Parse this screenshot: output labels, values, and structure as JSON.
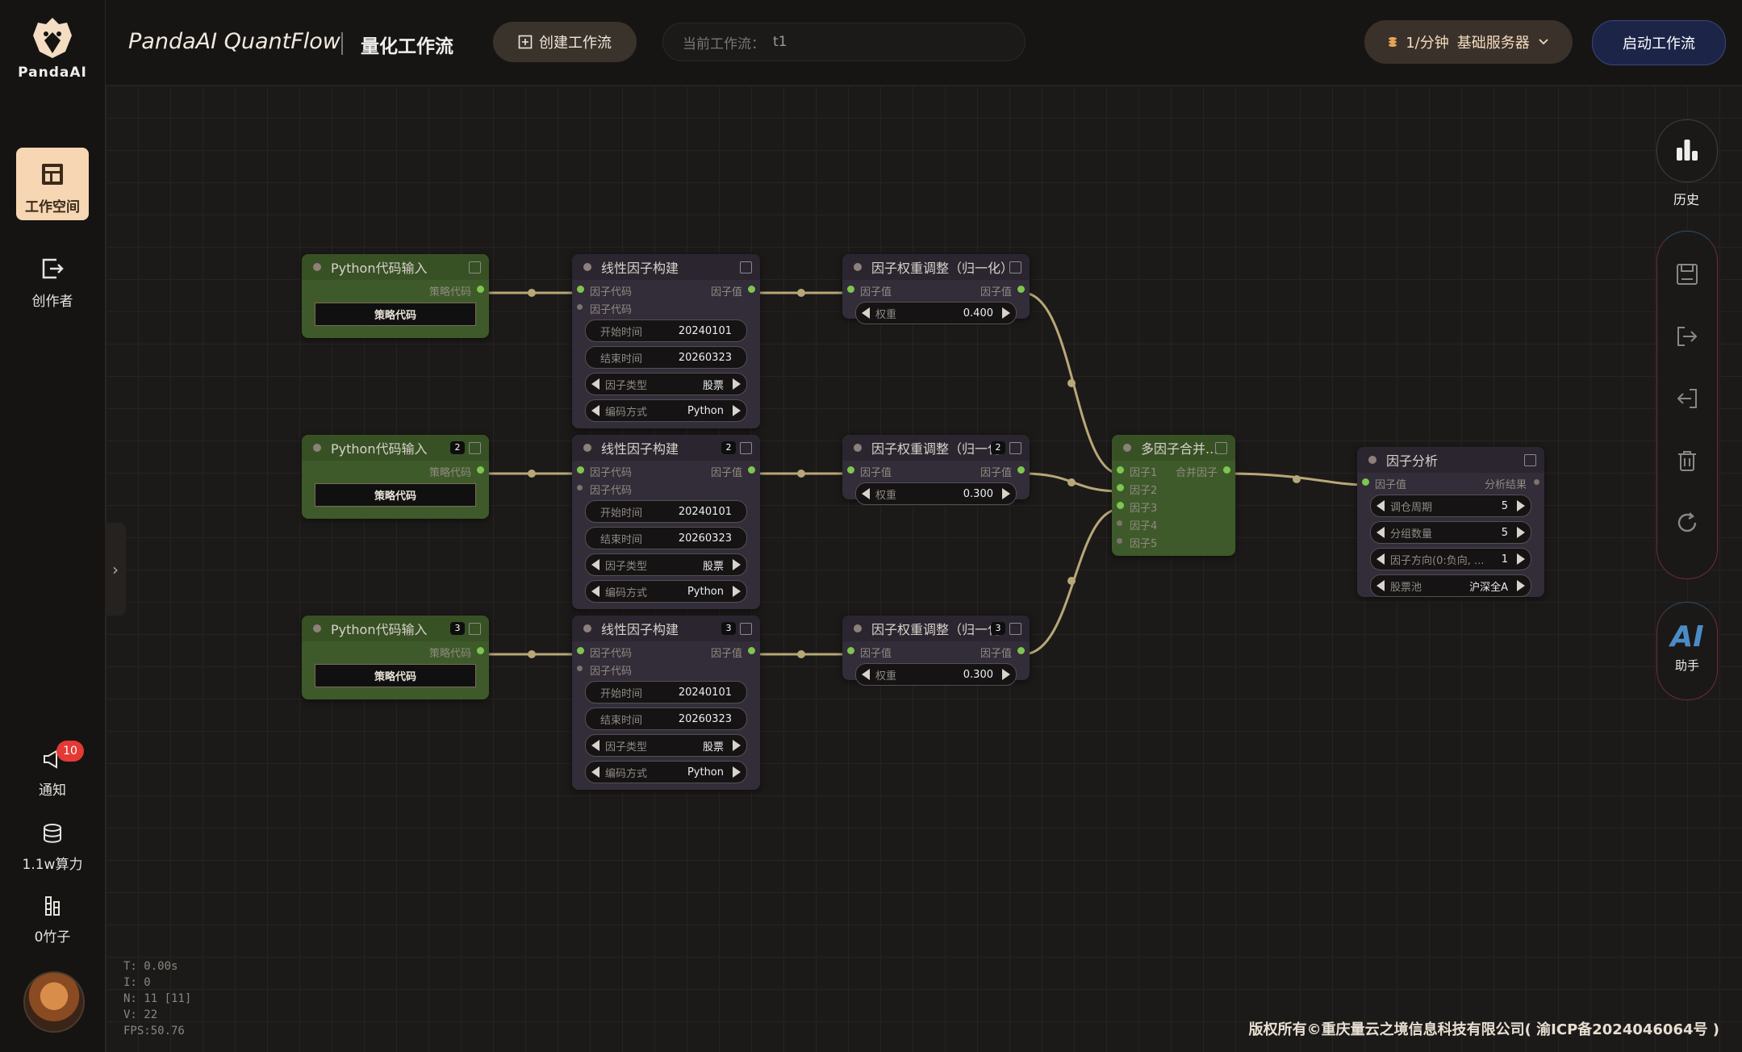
{
  "sidebar": {
    "brand": "PandaAI",
    "items": [
      {
        "key": "workspace",
        "label": "工作空间",
        "active": true
      },
      {
        "key": "creator",
        "label": "创作者"
      }
    ],
    "bottom": {
      "notify_label": "通知",
      "notify_badge": "10",
      "compute_label": "1.1w算力",
      "bamboo_label": "0竹子"
    }
  },
  "header": {
    "title": "PandaAI QuantFlow",
    "subtitle": "量化工作流",
    "create_label": "创建工作流",
    "workflow_label": "当前工作流：",
    "workflow_value": "t1",
    "server_rate": "1/分钟",
    "server_name": "基础服务器",
    "start_label": "启动工作流"
  },
  "nodes": {
    "py1": {
      "title": "Python代码输入",
      "out_port": "策略代码",
      "button": "策略代码"
    },
    "py2": {
      "title": "Python代码输入",
      "count": "2",
      "out_port": "策略代码",
      "button": "策略代码"
    },
    "py3": {
      "title": "Python代码输入",
      "count": "3",
      "out_port": "策略代码",
      "button": "策略代码"
    },
    "lin1": {
      "title": "线性因子构建",
      "in1": "因子代码",
      "in2": "因子代码",
      "out": "因子值",
      "start_label": "开始时间",
      "start": "20240101",
      "end_label": "结束时间",
      "end": "20260323",
      "type_label": "因子类型",
      "type": "股票",
      "enc_label": "编码方式",
      "enc": "Python"
    },
    "lin2": {
      "title": "线性因子构建",
      "count": "2",
      "in1": "因子代码",
      "in2": "因子代码",
      "out": "因子值",
      "start_label": "开始时间",
      "start": "20240101",
      "end_label": "结束时间",
      "end": "20260323",
      "type_label": "因子类型",
      "type": "股票",
      "enc_label": "编码方式",
      "enc": "Python"
    },
    "lin3": {
      "title": "线性因子构建",
      "count": "3",
      "in1": "因子代码",
      "in2": "因子代码",
      "out": "因子值",
      "start_label": "开始时间",
      "start": "20240101",
      "end_label": "结束时间",
      "end": "20260323",
      "type_label": "因子类型",
      "type": "股票",
      "enc_label": "编码方式",
      "enc": "Python"
    },
    "w1": {
      "title": "因子权重调整（归一化）",
      "in": "因子值",
      "out": "因子值",
      "weight_label": "权重",
      "weight": "0.400"
    },
    "w2": {
      "title": "因子权重调整（归一化",
      "count": "2",
      "in": "因子值",
      "out": "因子值",
      "weight_label": "权重",
      "weight": "0.300"
    },
    "w3": {
      "title": "因子权重调整（归一化",
      "count": "3",
      "in": "因子值",
      "out": "因子值",
      "weight_label": "权重",
      "weight": "0.300"
    },
    "merge": {
      "title": "多因子合并...",
      "in1": "因子1",
      "in2": "因子2",
      "in3": "因子3",
      "in4": "因子4",
      "in5": "因子5",
      "out": "合并因子"
    },
    "analysis": {
      "title": "因子分析",
      "in": "因子值",
      "out": "分析结果",
      "p1_label": "调仓周期",
      "p1": "5",
      "p2_label": "分组数量",
      "p2": "5",
      "p3_label": "因子方向(0:负向, ...",
      "p3": "1",
      "p4_label": "股票池",
      "p4": "沪深全A"
    }
  },
  "toolbar": {
    "history_label": "历史",
    "ai_text": "AI",
    "ai_label": "助手"
  },
  "stats": {
    "t": "T: 0.00s",
    "i": "I: 0",
    "n": "N: 11 [11]",
    "v": "V: 22",
    "fps": "FPS:50.76"
  },
  "footer": {
    "copyright": "版权所有©重庆量云之境信息科技有限公司( 渝ICP备2024046064号 )"
  },
  "colors": {
    "accent": "#f6d6b3",
    "node_green": "#3f5a2a",
    "node_purple": "#332c39",
    "link": "#b8a878",
    "port": "#7ec64f",
    "start_button": "#1c2548",
    "badge": "#e53935"
  }
}
